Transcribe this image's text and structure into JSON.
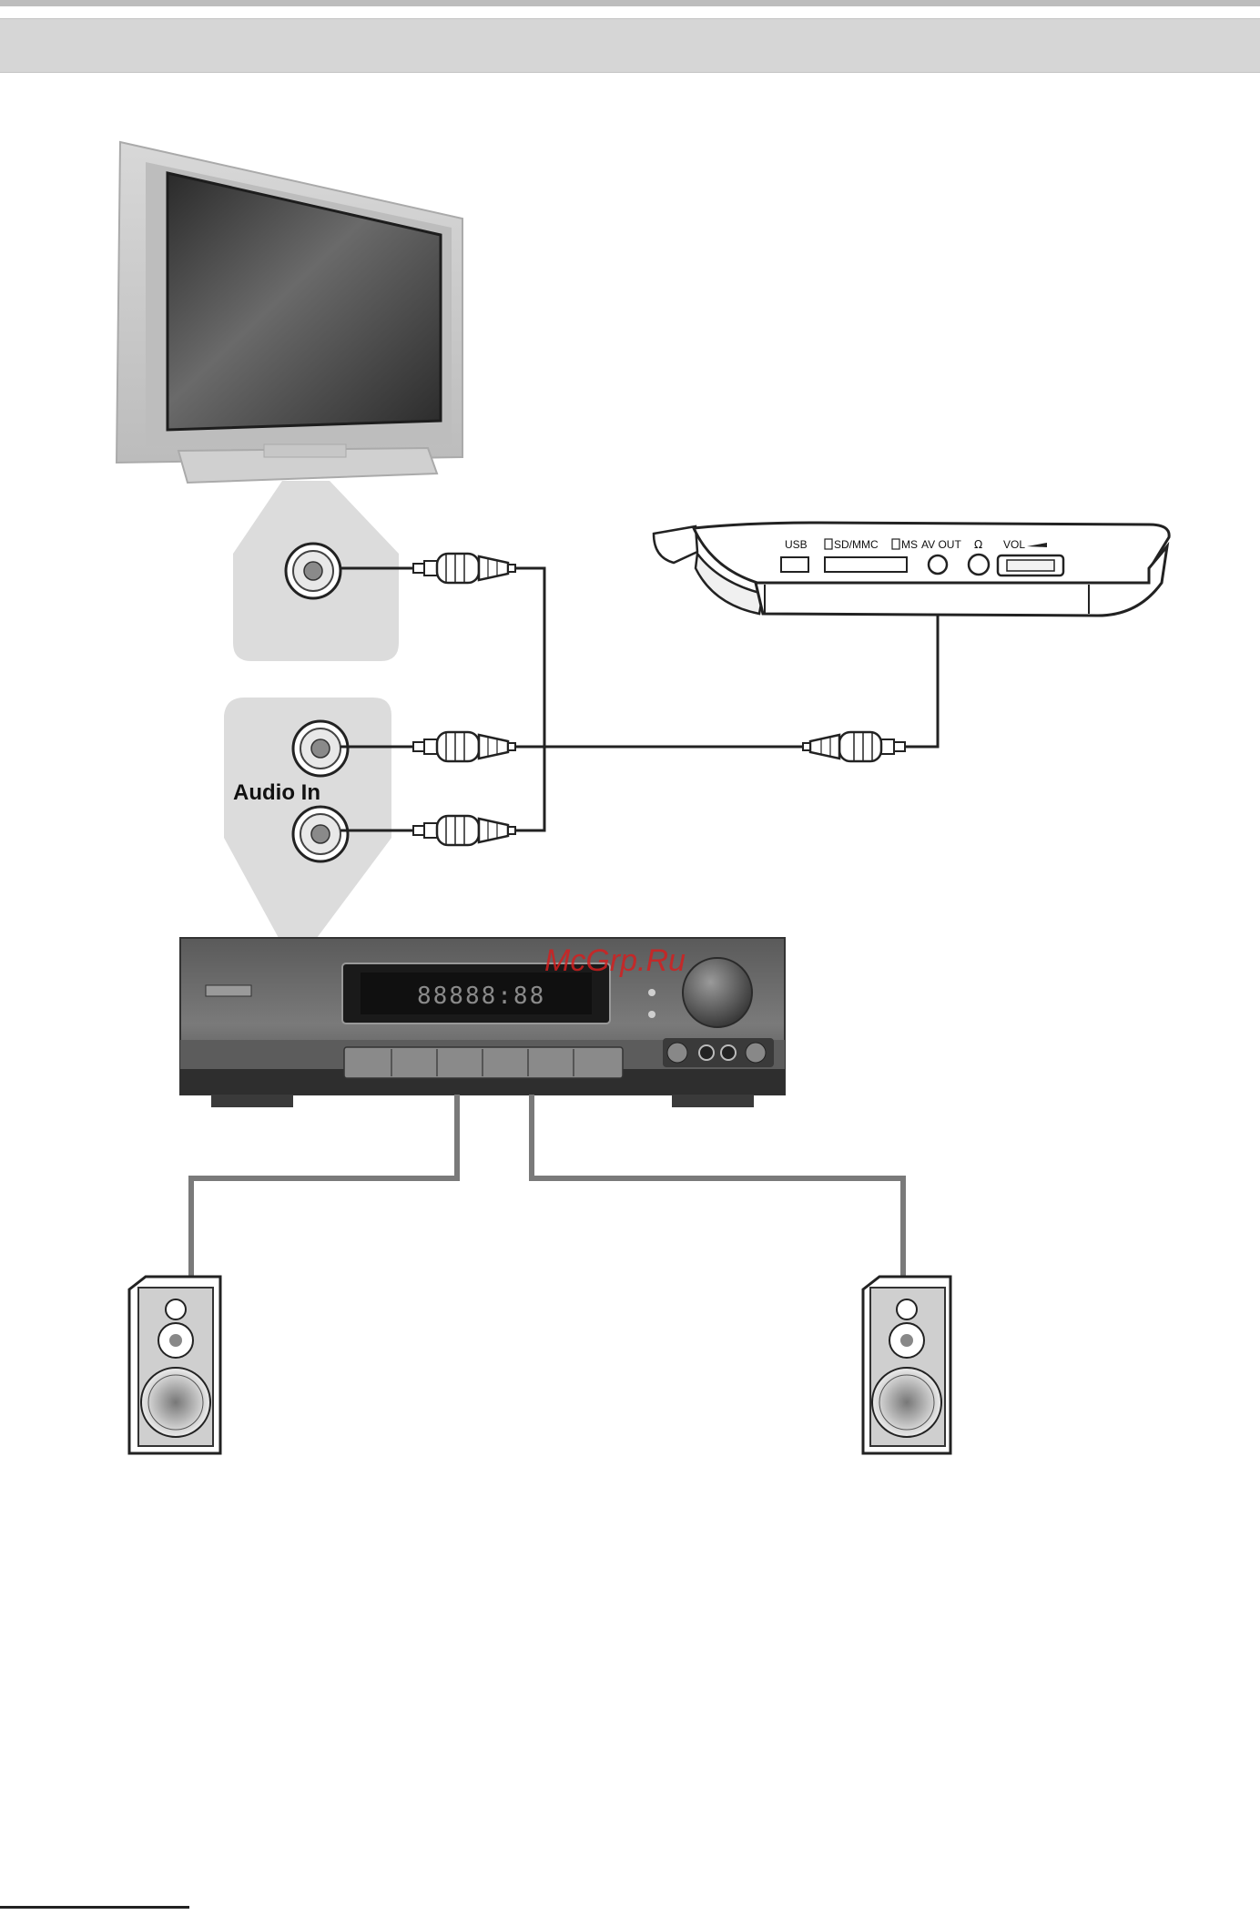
{
  "labels": {
    "audio_in": "Audio In"
  },
  "player_ports": {
    "usb": "USB",
    "sd_mmc": "SD/MMC",
    "ms": "MS",
    "av_out": "AV OUT",
    "headphone": "Ω",
    "vol": "VOL"
  },
  "receiver": {
    "display": "88888:88"
  },
  "watermark": "McGrp.Ru",
  "colors": {
    "wire": "#222222",
    "speaker_wire": "#7a7a7a",
    "panel": "#dcdcdc",
    "watermark": "#d22020"
  }
}
